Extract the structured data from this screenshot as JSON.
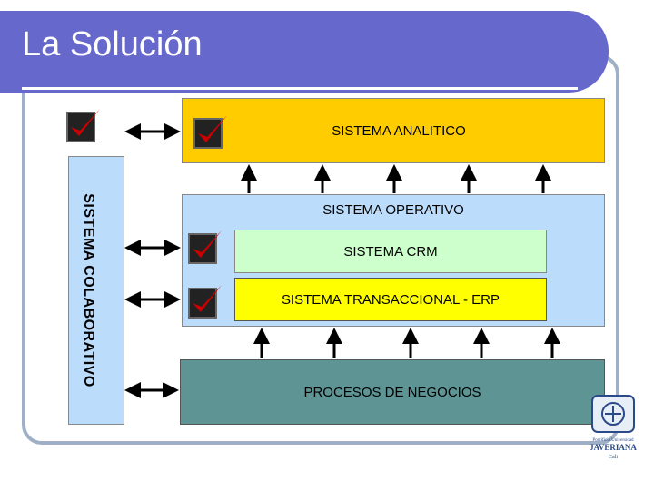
{
  "slide": {
    "title": "La Solución"
  },
  "diagram": {
    "analitico": "SISTEMA ANALITICO",
    "operativo": "SISTEMA OPERATIVO",
    "crm": "SISTEMA CRM",
    "erp": "SISTEMA TRANSACCIONAL - ERP",
    "procesos": "PROCESOS DE NEGOCIOS",
    "colaborativo": "SISTEMA COLABORATIVO"
  },
  "logo": {
    "line1": "Pontificia Universidad",
    "line2": "JAVERIANA",
    "line3": "Cali"
  },
  "colors": {
    "title_bar": "#6668cc",
    "analitico": "#ffcc00",
    "operativo": "#bcdcfc",
    "crm": "#ccffcc",
    "erp": "#ffff00",
    "procesos": "#5f9494",
    "check": "#cc0000"
  }
}
